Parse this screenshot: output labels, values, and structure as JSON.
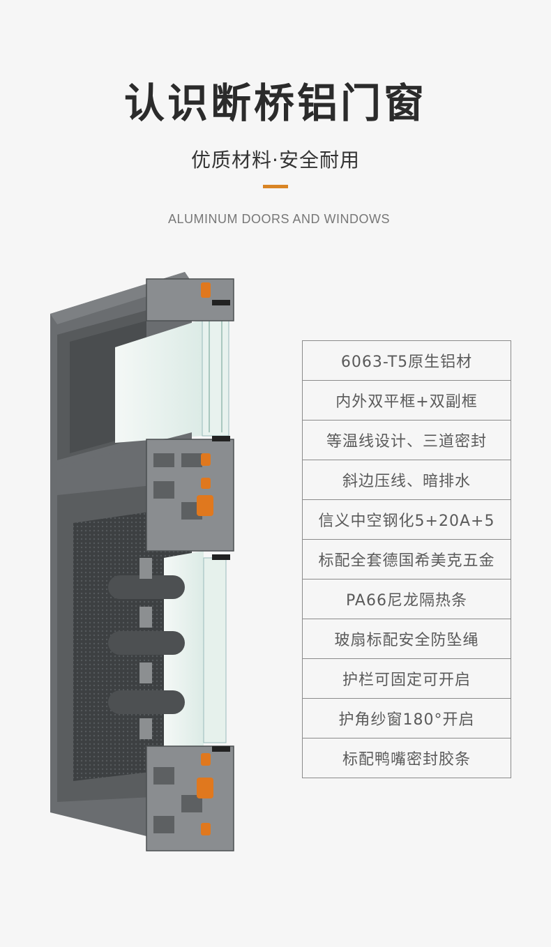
{
  "header": {
    "title": "认识断桥铝门窗",
    "subtitle": "优质材料·安全耐用",
    "english_title": "ALUMINUM DOORS AND WINDOWS"
  },
  "colors": {
    "accent": "#d98525",
    "background": "#f6f6f6",
    "frame_gray": "#5f6264",
    "thermal_break_orange": "#e0781e",
    "glass": "#dfeee9",
    "border": "#8a8a8a"
  },
  "illustration": {
    "subject": "broken-bridge aluminum window cross-section"
  },
  "features": [
    "6063-T5原生铝材",
    "内外双平框+双副框",
    "等温线设计、三道密封",
    "斜边压线、暗排水",
    "信义中空钢化5+20A+5",
    "标配全套德国希美克五金",
    "PA66尼龙隔热条",
    "玻扇标配安全防坠绳",
    "护栏可固定可开启",
    "护角纱窗180°开启",
    "标配鸭嘴密封胶条"
  ]
}
